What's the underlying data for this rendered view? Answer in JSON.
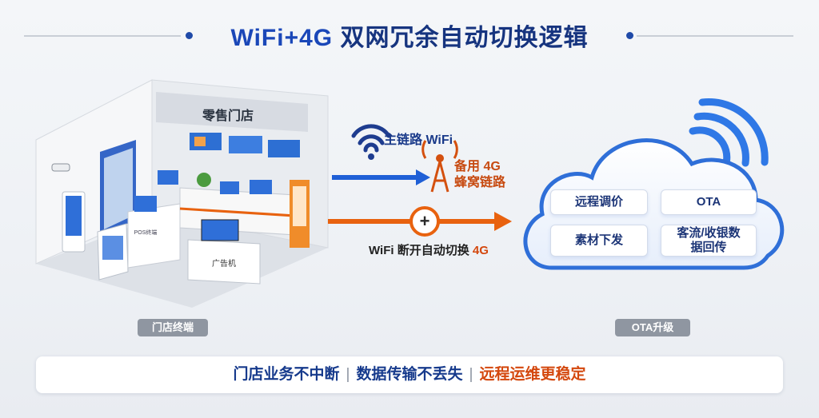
{
  "title": {
    "prefix": "WiFi+4G",
    "rest": " 双网冗余自动切换逻辑"
  },
  "links": {
    "primary": "主链路 WiFi",
    "backup_line1": "备用 4G",
    "backup_line2": "蜂窝链路",
    "switch_prefix": "WiFi 断开自动切换",
    "switch_suffix": " 4G",
    "plus": "+"
  },
  "store": {
    "sign": "零售门店",
    "kiosk": "广告机",
    "pos": "POS终端",
    "label": "门店终端"
  },
  "cloud": {
    "items": [
      "远程调价",
      "OTA",
      "素材下发",
      "客流/收银数",
      "据回传"
    ],
    "label": "OTA升级"
  },
  "bottom": {
    "part1": "门店业务不中断",
    "sep": "|",
    "part2": "数据传输不丢失",
    "part3": "远程运维更稳定"
  },
  "colors": {
    "navy": "#16347f",
    "blue": "#1f5fd6",
    "orange": "#e8620f",
    "gray": "#8f96a1"
  }
}
